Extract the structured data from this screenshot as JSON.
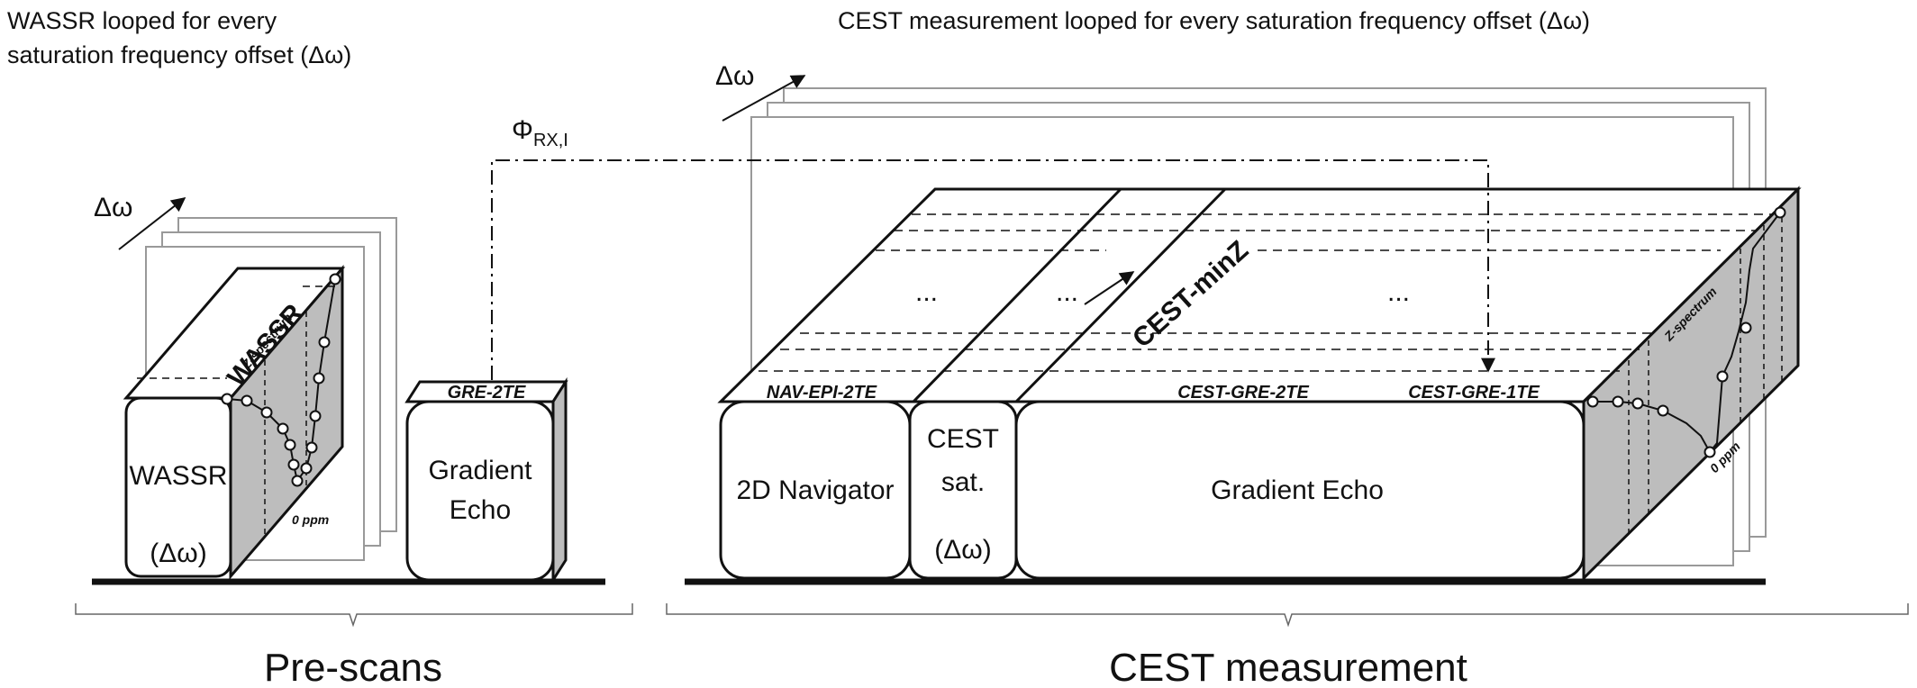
{
  "captions": {
    "wassr_loop_line1": "WASSR looped for every",
    "wassr_loop_line2": "saturation frequency offset (Δω)",
    "cest_loop": "CEST measurement looped for every saturation frequency offset (Δω)"
  },
  "arrows": {
    "delta_omega_small": "Δω",
    "delta_omega_large": "Δω",
    "phase_main": "Φ",
    "phase_sub": "RX,I"
  },
  "prescans": {
    "wassr_top": "WASSR",
    "wassr_front_line1": "WASSR",
    "wassr_front_line2": "(Δω)",
    "z_spectrum": "Z-spectrum",
    "zero_ppm": "0 ppm",
    "gre_top": "GRE-2TE",
    "gre_front_line1": "Gradient",
    "gre_front_line2": "Echo"
  },
  "cest": {
    "nav_top": "NAV-EPI-2TE",
    "gre2te_top": "CEST-GRE-2TE",
    "gre1te_top": "CEST-GRE-1TE",
    "navigator": "2D Navigator",
    "sat_line1": "CEST",
    "sat_line2": "sat.",
    "sat_line3": "(Δω)",
    "gradient_echo": "Gradient Echo",
    "minz": "CEST-minZ",
    "ellipsis1": "...",
    "ellipsis2": "...",
    "ellipsis3": "...",
    "z_spectrum": "Z-spectrum",
    "zero_ppm": "0 ppm"
  },
  "sections": {
    "prescans": "Pre-scans",
    "cest_measurement": "CEST measurement"
  }
}
